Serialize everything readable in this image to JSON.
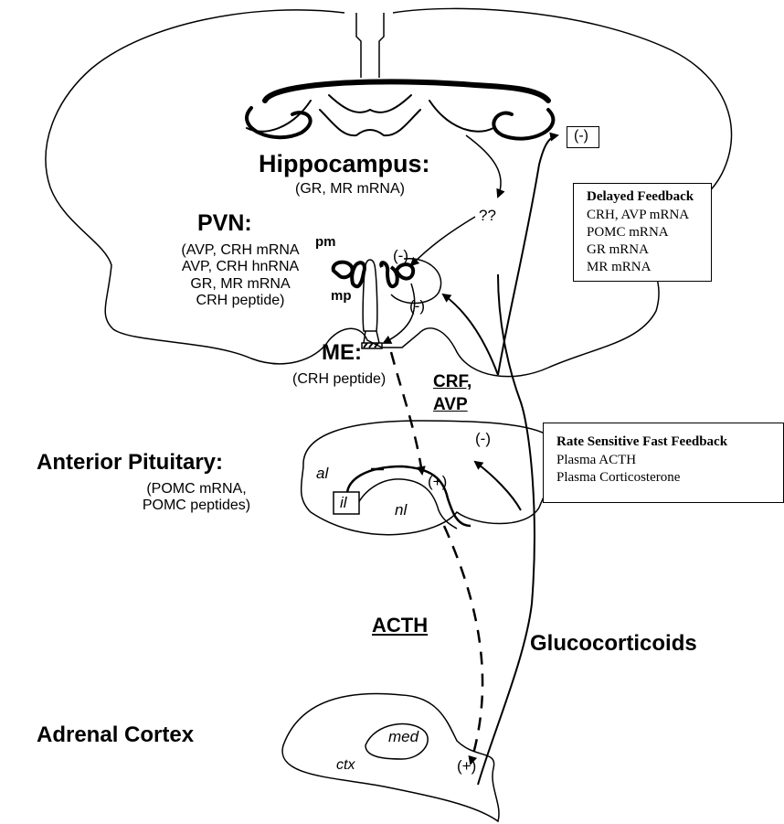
{
  "labels": {
    "hippocampus_title": "Hippocampus:",
    "hippocampus_sub": "(GR, MR mRNA)",
    "pvn_title": "PVN:",
    "pvn_lines": [
      "(AVP, CRH mRNA",
      "AVP, CRH hnRNA",
      "GR, MR mRNA",
      "CRH peptide)"
    ],
    "pm": "pm",
    "mp": "mp",
    "me_title": "ME:",
    "me_sub": "(CRH peptide)",
    "crf": "CRF,",
    "avp": "AVP",
    "pituitary_title": "Anterior Pituitary:",
    "pituitary_lines": [
      "(POMC mRNA,",
      "POMC peptides)"
    ],
    "al": "al",
    "il": "il",
    "nl": "nl",
    "acth": "ACTH",
    "glucocorticoids": "Glucocorticoids",
    "adrenal_title": "Adrenal Cortex",
    "ctx": "ctx",
    "med": "med",
    "question": "??",
    "neg": "(-)",
    "pos": "(+)"
  },
  "delayed_feedback": {
    "title": "Delayed Feedback",
    "items": [
      "CRH, AVP mRNA",
      "POMC mRNA",
      "GR mRNA",
      "MR mRNA"
    ]
  },
  "fast_feedback": {
    "title": "Rate Sensitive Fast Feedback",
    "items": [
      "Plasma ACTH",
      "Plasma Corticosterone"
    ]
  }
}
